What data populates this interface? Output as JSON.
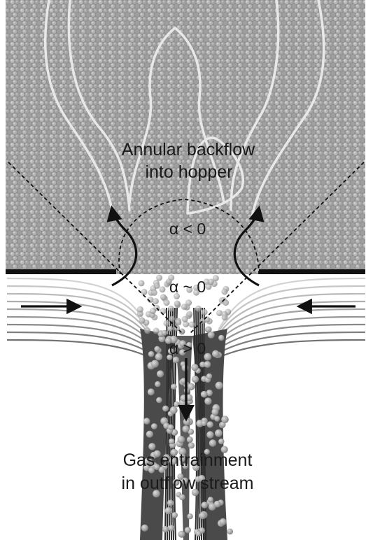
{
  "labels": {
    "backflow_line1": "Annular backflow",
    "backflow_line2": "into hopper",
    "alpha_negative": "α < 0",
    "alpha_zero": "α ~ 0",
    "alpha_positive": "α > 0",
    "entrainment_line1": "Gas entrainment",
    "entrainment_line2": "in outflow stream"
  },
  "colors": {
    "granular_bed": "#8c8c8c",
    "particle": "#a9a9a9",
    "streamline_light": "#e6e6e6",
    "outflow_stream": "#444444",
    "arrow": "#111111",
    "hopper_wall": "#111111"
  }
}
